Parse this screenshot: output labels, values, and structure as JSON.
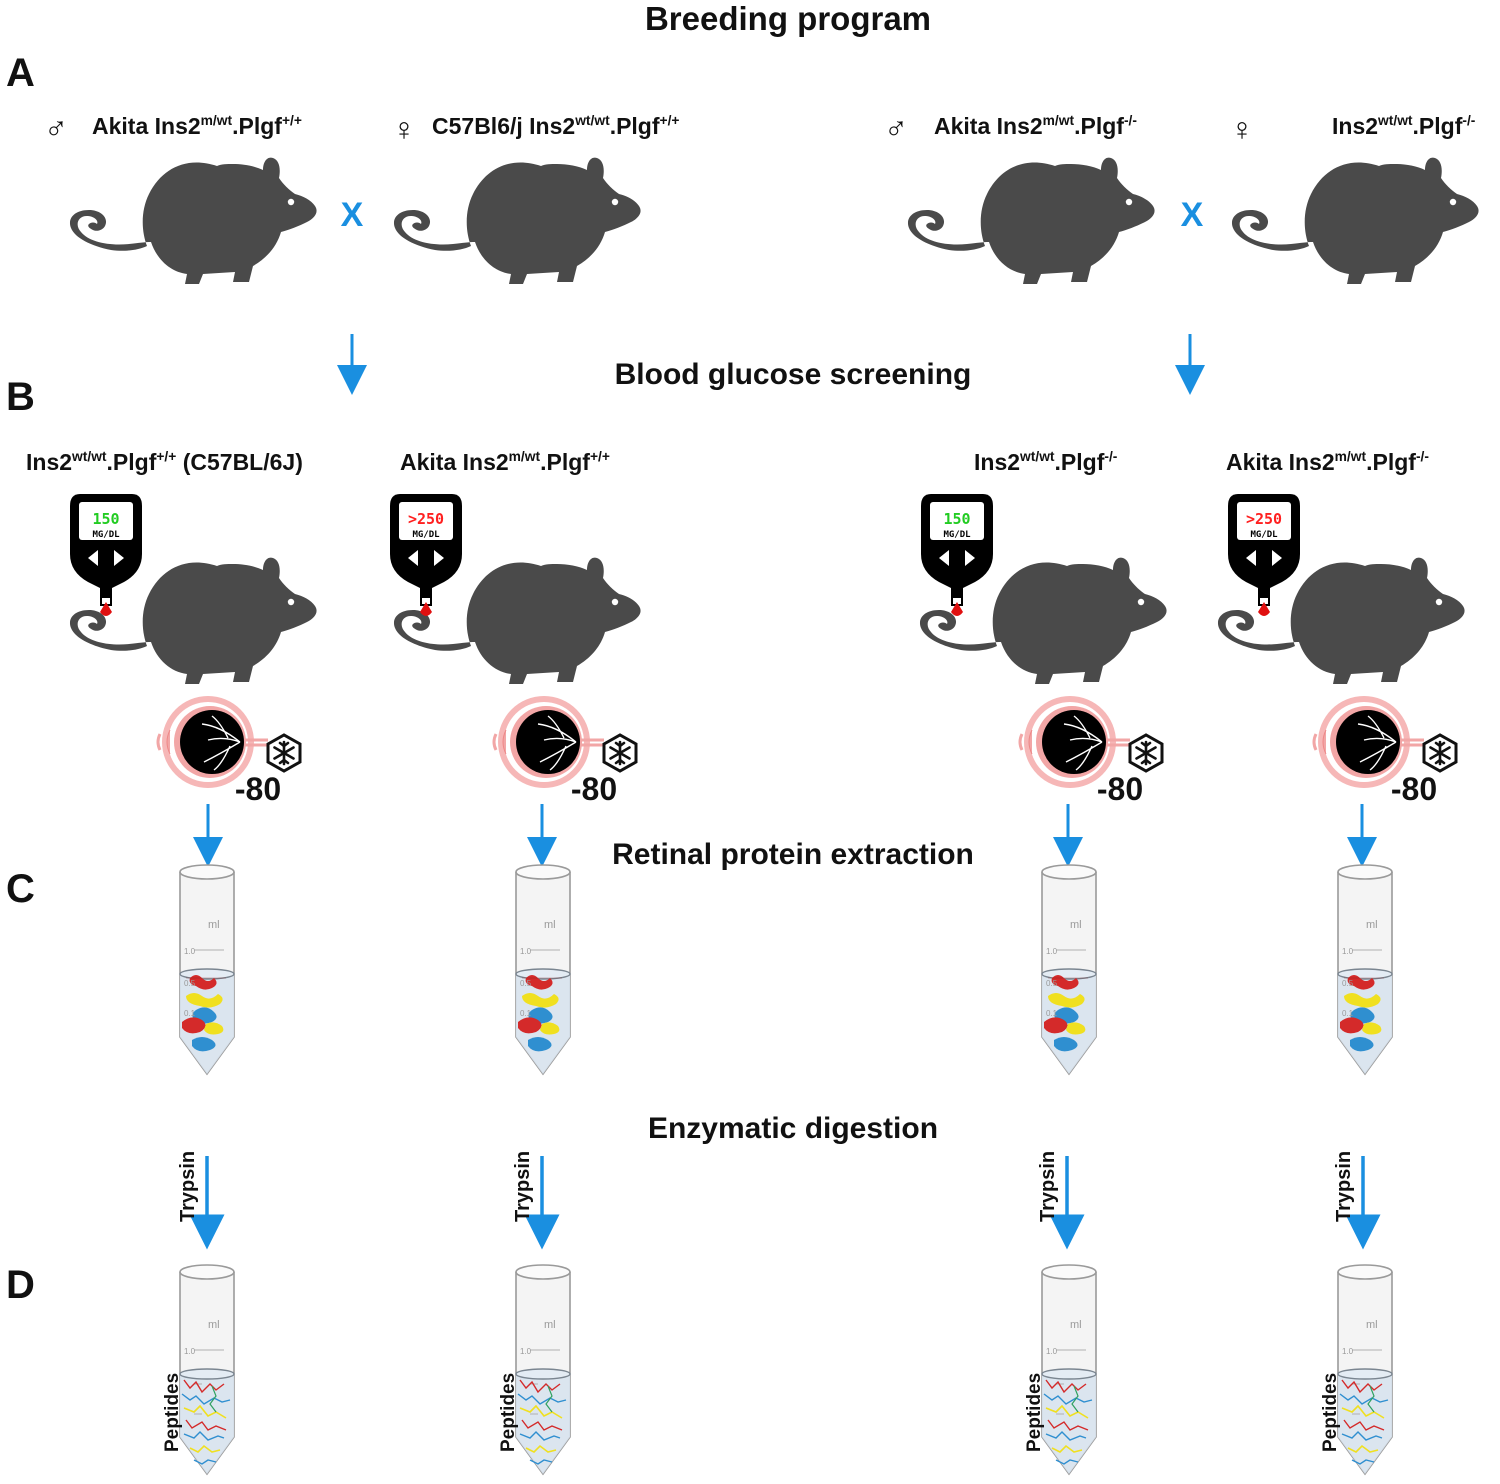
{
  "title": "Breeding program",
  "panels": {
    "A": "A",
    "B": "B",
    "C": "C",
    "D": "D"
  },
  "steps": {
    "screening": "Blood glucose screening",
    "extraction": "Retinal protein extraction",
    "digestion": "Enzymatic digestion"
  },
  "symbols": {
    "male": "♂",
    "female": "♀",
    "cross": "X"
  },
  "parents": [
    {
      "prefix": "Akita Ins2",
      "sup": "m/wt",
      "mid": ".Plgf",
      "sup2": "+/+"
    },
    {
      "prefix": "C57Bl6/j Ins2",
      "sup": "wt/wt",
      "mid": ".Plgf",
      "sup2": "+/+"
    },
    {
      "prefix": "Akita Ins2",
      "sup": "m/wt",
      "mid": ".Plgf",
      "sup2": "-/-"
    },
    {
      "prefix": "Ins2",
      "sup": "wt/wt",
      "mid": ".Plgf",
      "sup2": "-/-"
    }
  ],
  "offspring": [
    {
      "prefix": "Ins2",
      "sup": "wt/wt",
      "mid": ".Plgf",
      "sup2": "+/+",
      "suffix": " (C57BL/6J)",
      "reading": "150",
      "reading_color": "#22cc22"
    },
    {
      "prefix": "Akita Ins2",
      "sup": "m/wt",
      "mid": ".Plgf",
      "sup2": "+/+",
      "suffix": "",
      "reading": ">250",
      "reading_color": "#ff2020"
    },
    {
      "prefix": "Ins2",
      "sup": "wt/wt",
      "mid": ".Plgf",
      "sup2": "-/-",
      "suffix": "",
      "reading": "150",
      "reading_color": "#22cc22"
    },
    {
      "prefix": "Akita Ins2",
      "sup": "m/wt",
      "mid": ".Plgf",
      "sup2": "-/-",
      "suffix": "",
      "reading": ">250",
      "reading_color": "#ff2020"
    }
  ],
  "meter_unit": "MG/DL",
  "freezer_temp": "-80",
  "tube": {
    "unit": "ml",
    "mark_10": "1.0",
    "mark_05": "0.5",
    "mark_01": "0.1"
  },
  "enzyme": "Trypsin",
  "product": "Peptides",
  "colors": {
    "arrow": "#1a8fe0",
    "mouse": "#4a4a4a",
    "protein_red": "#d42a2a",
    "protein_yellow": "#f0e020",
    "protein_blue": "#2f8fd0"
  }
}
